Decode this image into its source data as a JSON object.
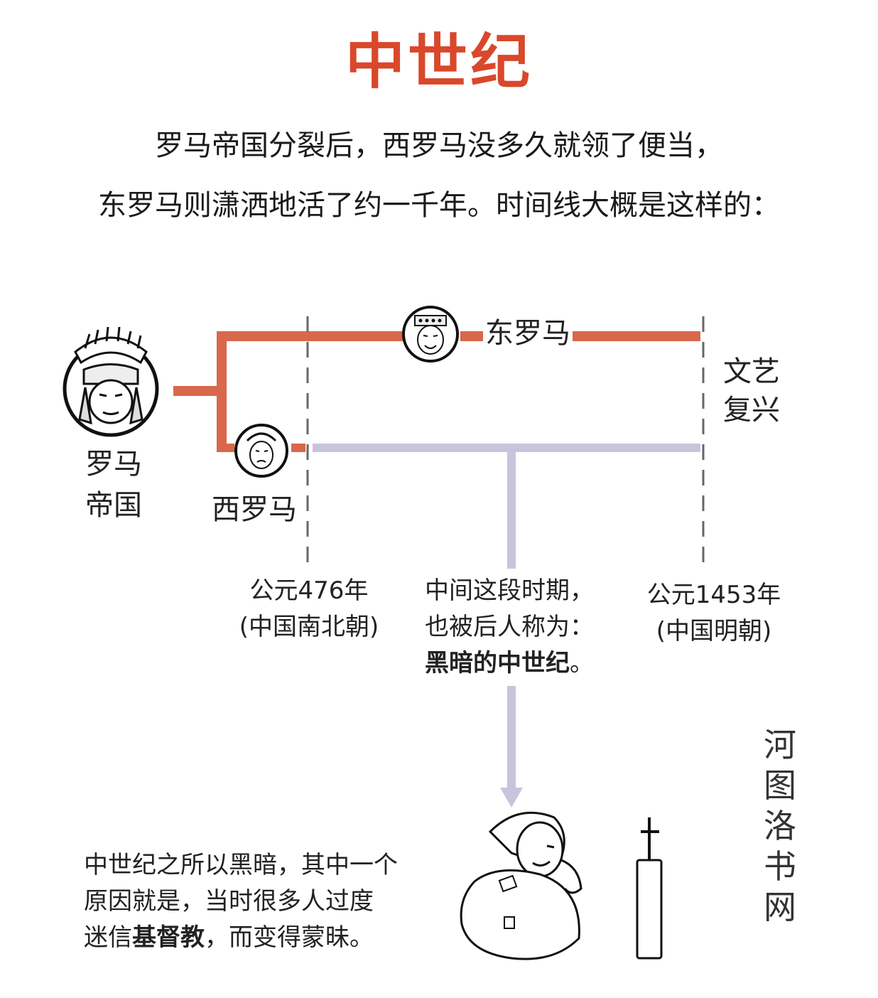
{
  "title": "中世纪",
  "intro": {
    "line1": "罗马帝国分裂后，西罗马没多久就领了便当，",
    "line2": "东罗马则潇洒地活了约一千年。时间线大概是这样的："
  },
  "nodes": {
    "roman_empire": {
      "line1": "罗马",
      "line2": "帝国"
    },
    "western_rome": "西罗马",
    "eastern_rome": "东罗马",
    "renaissance": {
      "line1": "文艺",
      "line2": "复兴"
    }
  },
  "dates": {
    "start": {
      "line1": "公元476年",
      "line2": "(中国南北朝)"
    },
    "end": {
      "line1": "公元1453年",
      "line2": "(中国明朝)"
    }
  },
  "middle_note": {
    "line1": "中间这段时期，",
    "line2": "也被后人称为：",
    "emphasis": "黑暗的中世纪",
    "suffix": "。"
  },
  "bottom_note": {
    "line1": "中世纪之所以黑暗，其中一个",
    "line2": "原因就是，当时很多人过度",
    "line3_pre": "迷信",
    "line3_bold": "基督教",
    "line3_post": "，而变得蒙昧。"
  },
  "watermark": [
    "河",
    "图",
    "洛",
    "书",
    "网"
  ],
  "colors": {
    "title": "#d9482b",
    "east_line": "#d9674c",
    "west_line": "#c9c4dc",
    "dash": "#666666"
  }
}
